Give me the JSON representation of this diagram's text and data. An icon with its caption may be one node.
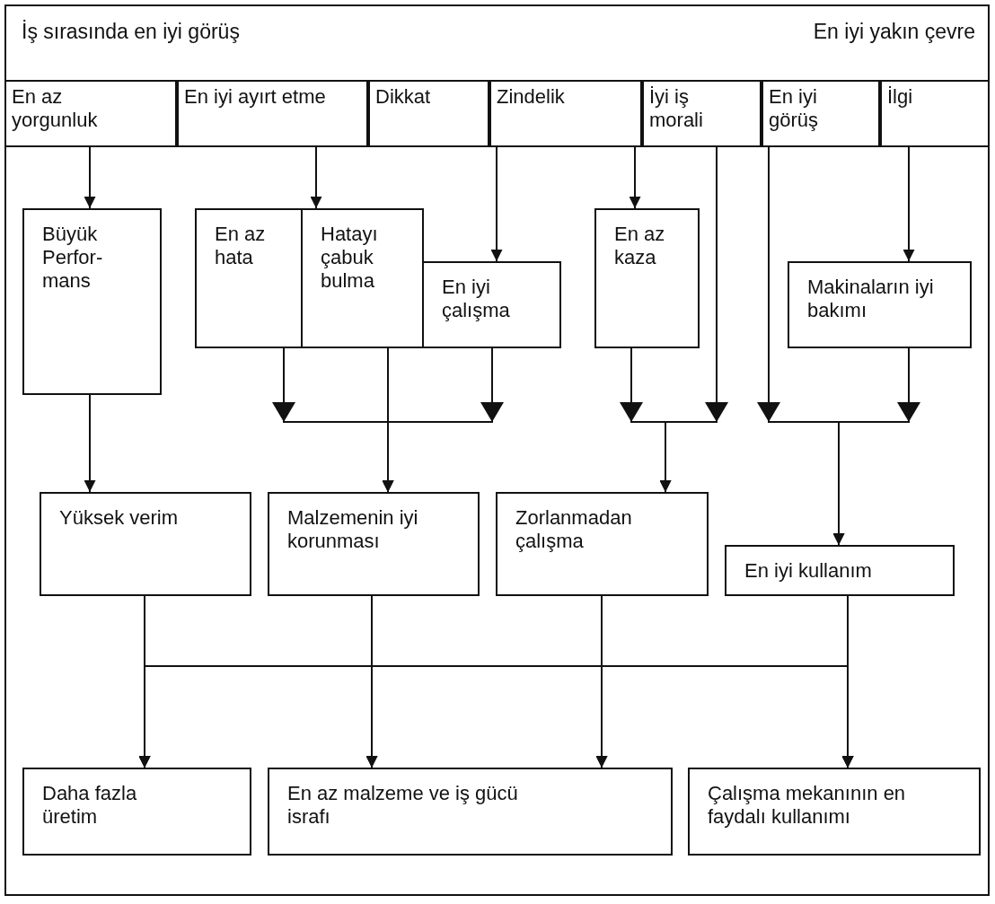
{
  "diagram": {
    "nodes": [
      {
        "text": [
          "En az yorgunluk"
        ]
      },
      {
        "text": [
          "En iyi ayırt etme"
        ]
      },
      {
        "text": [
          "Dikkat"
        ]
      },
      {
        "text": [
          "Zindelik"
        ]
      },
      {
        "text": [
          "İyi iş morali"
        ]
      },
      {
        "text": [
          "En iyi görüş"
        ]
      },
      {
        "text": [
          "İlgi"
        ]
      },
      {
        "text": [
          "Büyük Perfor-mans"
        ]
      },
      {
        "text": [
          "En az hata"
        ]
      },
      {
        "text": [
          "Hatayı çabuk bulma"
        ]
      },
      {
        "text": [
          "En iyi çalışma"
        ]
      },
      {
        "text": [
          "En az kaza"
        ]
      },
      {
        "text": [
          "Makinaların iyi bakımı"
        ]
      },
      {
        "text": [
          "Yüksek verim"
        ]
      },
      {
        "text": [
          "Malzemenin iyi korunması"
        ]
      },
      {
        "text": [
          "Zorlanmadan çalışma"
        ]
      },
      {
        "text": [
          "En iyi kullanım"
        ]
      },
      {
        "text": [
          "Daha fazla üretim"
        ]
      },
      {
        "text": [
          "En az malzeme ve iş gücü israfı"
        ]
      },
      {
        "text": [
          "Çalışma mekanının en faydalı kullanımı"
        ]
      }
    ],
    "edges": [
      {
        "from": 0,
        "to": 7,
        "arrow": "to"
      },
      {
        "from": 1,
        "to": 9,
        "arrow": "to"
      },
      {
        "from": 3,
        "to": 10,
        "arrow": "to"
      },
      {
        "from": 3,
        "to": 11,
        "arrow": "to"
      },
      {
        "from": 6,
        "to": 12,
        "arrow": "to"
      },
      {
        "from": 7,
        "to": 13,
        "arrow": "to"
      },
      {
        "from": 8,
        "to": 14,
        "arrow": "to"
      },
      {
        "from": 9,
        "to": 14,
        "arrow": "to"
      },
      {
        "from": 10,
        "to": 14,
        "arrow": "to"
      },
      {
        "from": 11,
        "to": 15,
        "arrow": "to"
      },
      {
        "from": 4,
        "to": 15,
        "arrow": "to"
      },
      {
        "from": 5,
        "to": 16,
        "arrow": "to"
      },
      {
        "from": 12,
        "to": 16,
        "arrow": "to"
      },
      {
        "from": 13,
        "to": 17,
        "arrow": "to"
      },
      {
        "from": 13,
        "to": 18,
        "arrow": "to"
      },
      {
        "from": 13,
        "to": 19,
        "arrow": "to"
      },
      {
        "from": 14,
        "to": 17,
        "arrow": "to"
      },
      {
        "from": 14,
        "to": 18,
        "arrow": "to"
      },
      {
        "from": 14,
        "to": 19,
        "arrow": "to"
      },
      {
        "from": 15,
        "to": 17,
        "arrow": "to"
      },
      {
        "from": 15,
        "to": 18,
        "arrow": "to"
      },
      {
        "from": 15,
        "to": 19,
        "arrow": "to"
      },
      {
        "from": 16,
        "to": 17,
        "arrow": "to"
      },
      {
        "from": 16,
        "to": 18,
        "arrow": "to"
      },
      {
        "from": 16,
        "to": 19,
        "arrow": "to"
      }
    ],
    "labels": [
      "İş sırasında en iyi görüş",
      "En iyi yakın çevre"
    ]
  }
}
